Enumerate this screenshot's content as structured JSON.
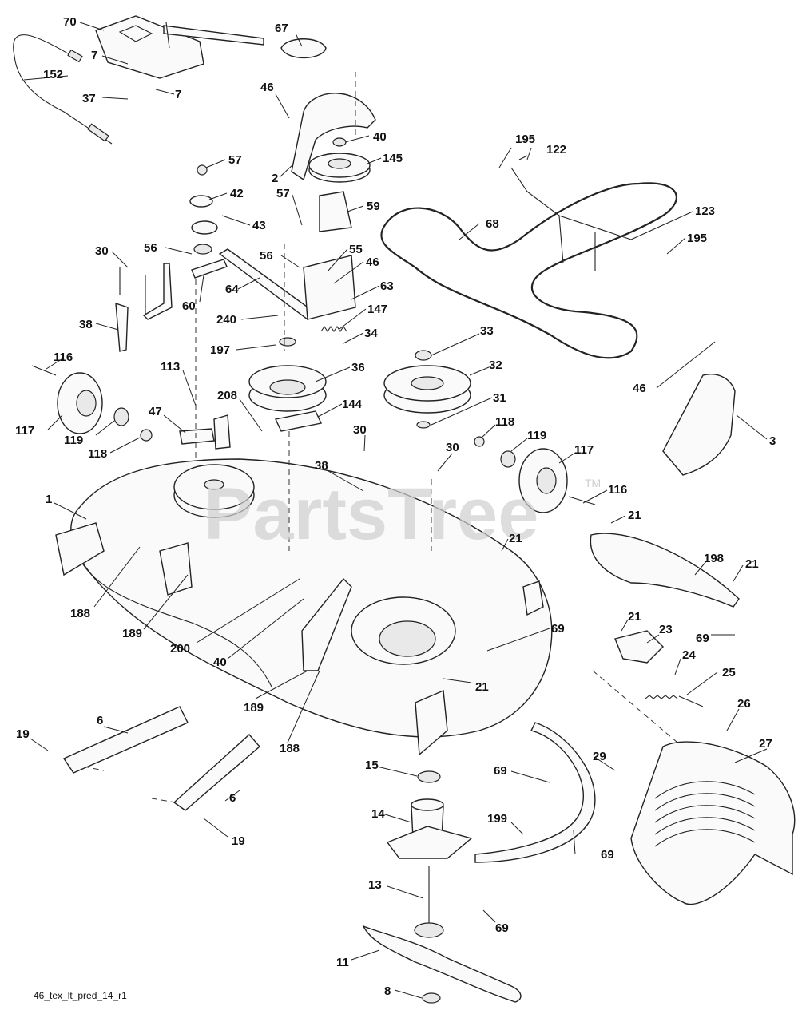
{
  "watermark": "PartsTree",
  "trademark": "TM",
  "drawing_code": "46_tex_lt_pred_14_r1",
  "callouts": [
    {
      "id": "c70",
      "text": "70"
    },
    {
      "id": "c67",
      "text": "67"
    },
    {
      "id": "c7a",
      "text": "7"
    },
    {
      "id": "c152",
      "text": "152"
    },
    {
      "id": "c7b",
      "text": "7"
    },
    {
      "id": "c37",
      "text": "37"
    },
    {
      "id": "c46a",
      "text": "46"
    },
    {
      "id": "c40a",
      "text": "40"
    },
    {
      "id": "c2",
      "text": "2"
    },
    {
      "id": "c145",
      "text": "145"
    },
    {
      "id": "c57a",
      "text": "57"
    },
    {
      "id": "c42",
      "text": "42"
    },
    {
      "id": "c57b",
      "text": "57"
    },
    {
      "id": "c59",
      "text": "59"
    },
    {
      "id": "c43",
      "text": "43"
    },
    {
      "id": "c195a",
      "text": "195"
    },
    {
      "id": "c122",
      "text": "122"
    },
    {
      "id": "c68",
      "text": "68"
    },
    {
      "id": "c123",
      "text": "123"
    },
    {
      "id": "c195b",
      "text": "195"
    },
    {
      "id": "c30a",
      "text": "30"
    },
    {
      "id": "c56a",
      "text": "56"
    },
    {
      "id": "c56b",
      "text": "56"
    },
    {
      "id": "c55",
      "text": "55"
    },
    {
      "id": "c46b",
      "text": "46"
    },
    {
      "id": "c64",
      "text": "64"
    },
    {
      "id": "c60",
      "text": "60"
    },
    {
      "id": "c63",
      "text": "63"
    },
    {
      "id": "c147",
      "text": "147"
    },
    {
      "id": "c38a",
      "text": "38"
    },
    {
      "id": "c240",
      "text": "240"
    },
    {
      "id": "c34",
      "text": "34"
    },
    {
      "id": "c197",
      "text": "197"
    },
    {
      "id": "c33",
      "text": "33"
    },
    {
      "id": "c116a",
      "text": "116"
    },
    {
      "id": "c36",
      "text": "36"
    },
    {
      "id": "c32",
      "text": "32"
    },
    {
      "id": "c46c",
      "text": "46"
    },
    {
      "id": "c113",
      "text": "113"
    },
    {
      "id": "c208",
      "text": "208"
    },
    {
      "id": "c144",
      "text": "144"
    },
    {
      "id": "c31",
      "text": "31"
    },
    {
      "id": "c3",
      "text": "3"
    },
    {
      "id": "c47",
      "text": "47"
    },
    {
      "id": "c117a",
      "text": "117"
    },
    {
      "id": "c119a",
      "text": "119"
    },
    {
      "id": "c118a",
      "text": "118"
    },
    {
      "id": "c30b",
      "text": "30"
    },
    {
      "id": "c118b",
      "text": "118"
    },
    {
      "id": "c119b",
      "text": "119"
    },
    {
      "id": "c30c",
      "text": "30"
    },
    {
      "id": "c117b",
      "text": "117"
    },
    {
      "id": "c38b",
      "text": "38"
    },
    {
      "id": "c1",
      "text": "1"
    },
    {
      "id": "c116b",
      "text": "116"
    },
    {
      "id": "c21a",
      "text": "21"
    },
    {
      "id": "c21b",
      "text": "21"
    },
    {
      "id": "c198",
      "text": "198"
    },
    {
      "id": "c21c",
      "text": "21"
    },
    {
      "id": "c188a",
      "text": "188"
    },
    {
      "id": "c189a",
      "text": "189"
    },
    {
      "id": "c200",
      "text": "200"
    },
    {
      "id": "c40b",
      "text": "40"
    },
    {
      "id": "c69a",
      "text": "69"
    },
    {
      "id": "c21d",
      "text": "21"
    },
    {
      "id": "c23",
      "text": "23"
    },
    {
      "id": "c69b",
      "text": "69"
    },
    {
      "id": "c24",
      "text": "24"
    },
    {
      "id": "c25",
      "text": "25"
    },
    {
      "id": "c21e",
      "text": "21"
    },
    {
      "id": "c189b",
      "text": "189"
    },
    {
      "id": "c26",
      "text": "26"
    },
    {
      "id": "c6a",
      "text": "6"
    },
    {
      "id": "c19a",
      "text": "19"
    },
    {
      "id": "c188b",
      "text": "188"
    },
    {
      "id": "c27",
      "text": "27"
    },
    {
      "id": "c29",
      "text": "29"
    },
    {
      "id": "c15",
      "text": "15"
    },
    {
      "id": "c69c",
      "text": "69"
    },
    {
      "id": "c6b",
      "text": "6"
    },
    {
      "id": "c14",
      "text": "14"
    },
    {
      "id": "c199",
      "text": "199"
    },
    {
      "id": "c19b",
      "text": "19"
    },
    {
      "id": "c69d",
      "text": "69"
    },
    {
      "id": "c13",
      "text": "13"
    },
    {
      "id": "c69e",
      "text": "69"
    },
    {
      "id": "c11",
      "text": "11"
    },
    {
      "id": "c8",
      "text": "8"
    }
  ]
}
